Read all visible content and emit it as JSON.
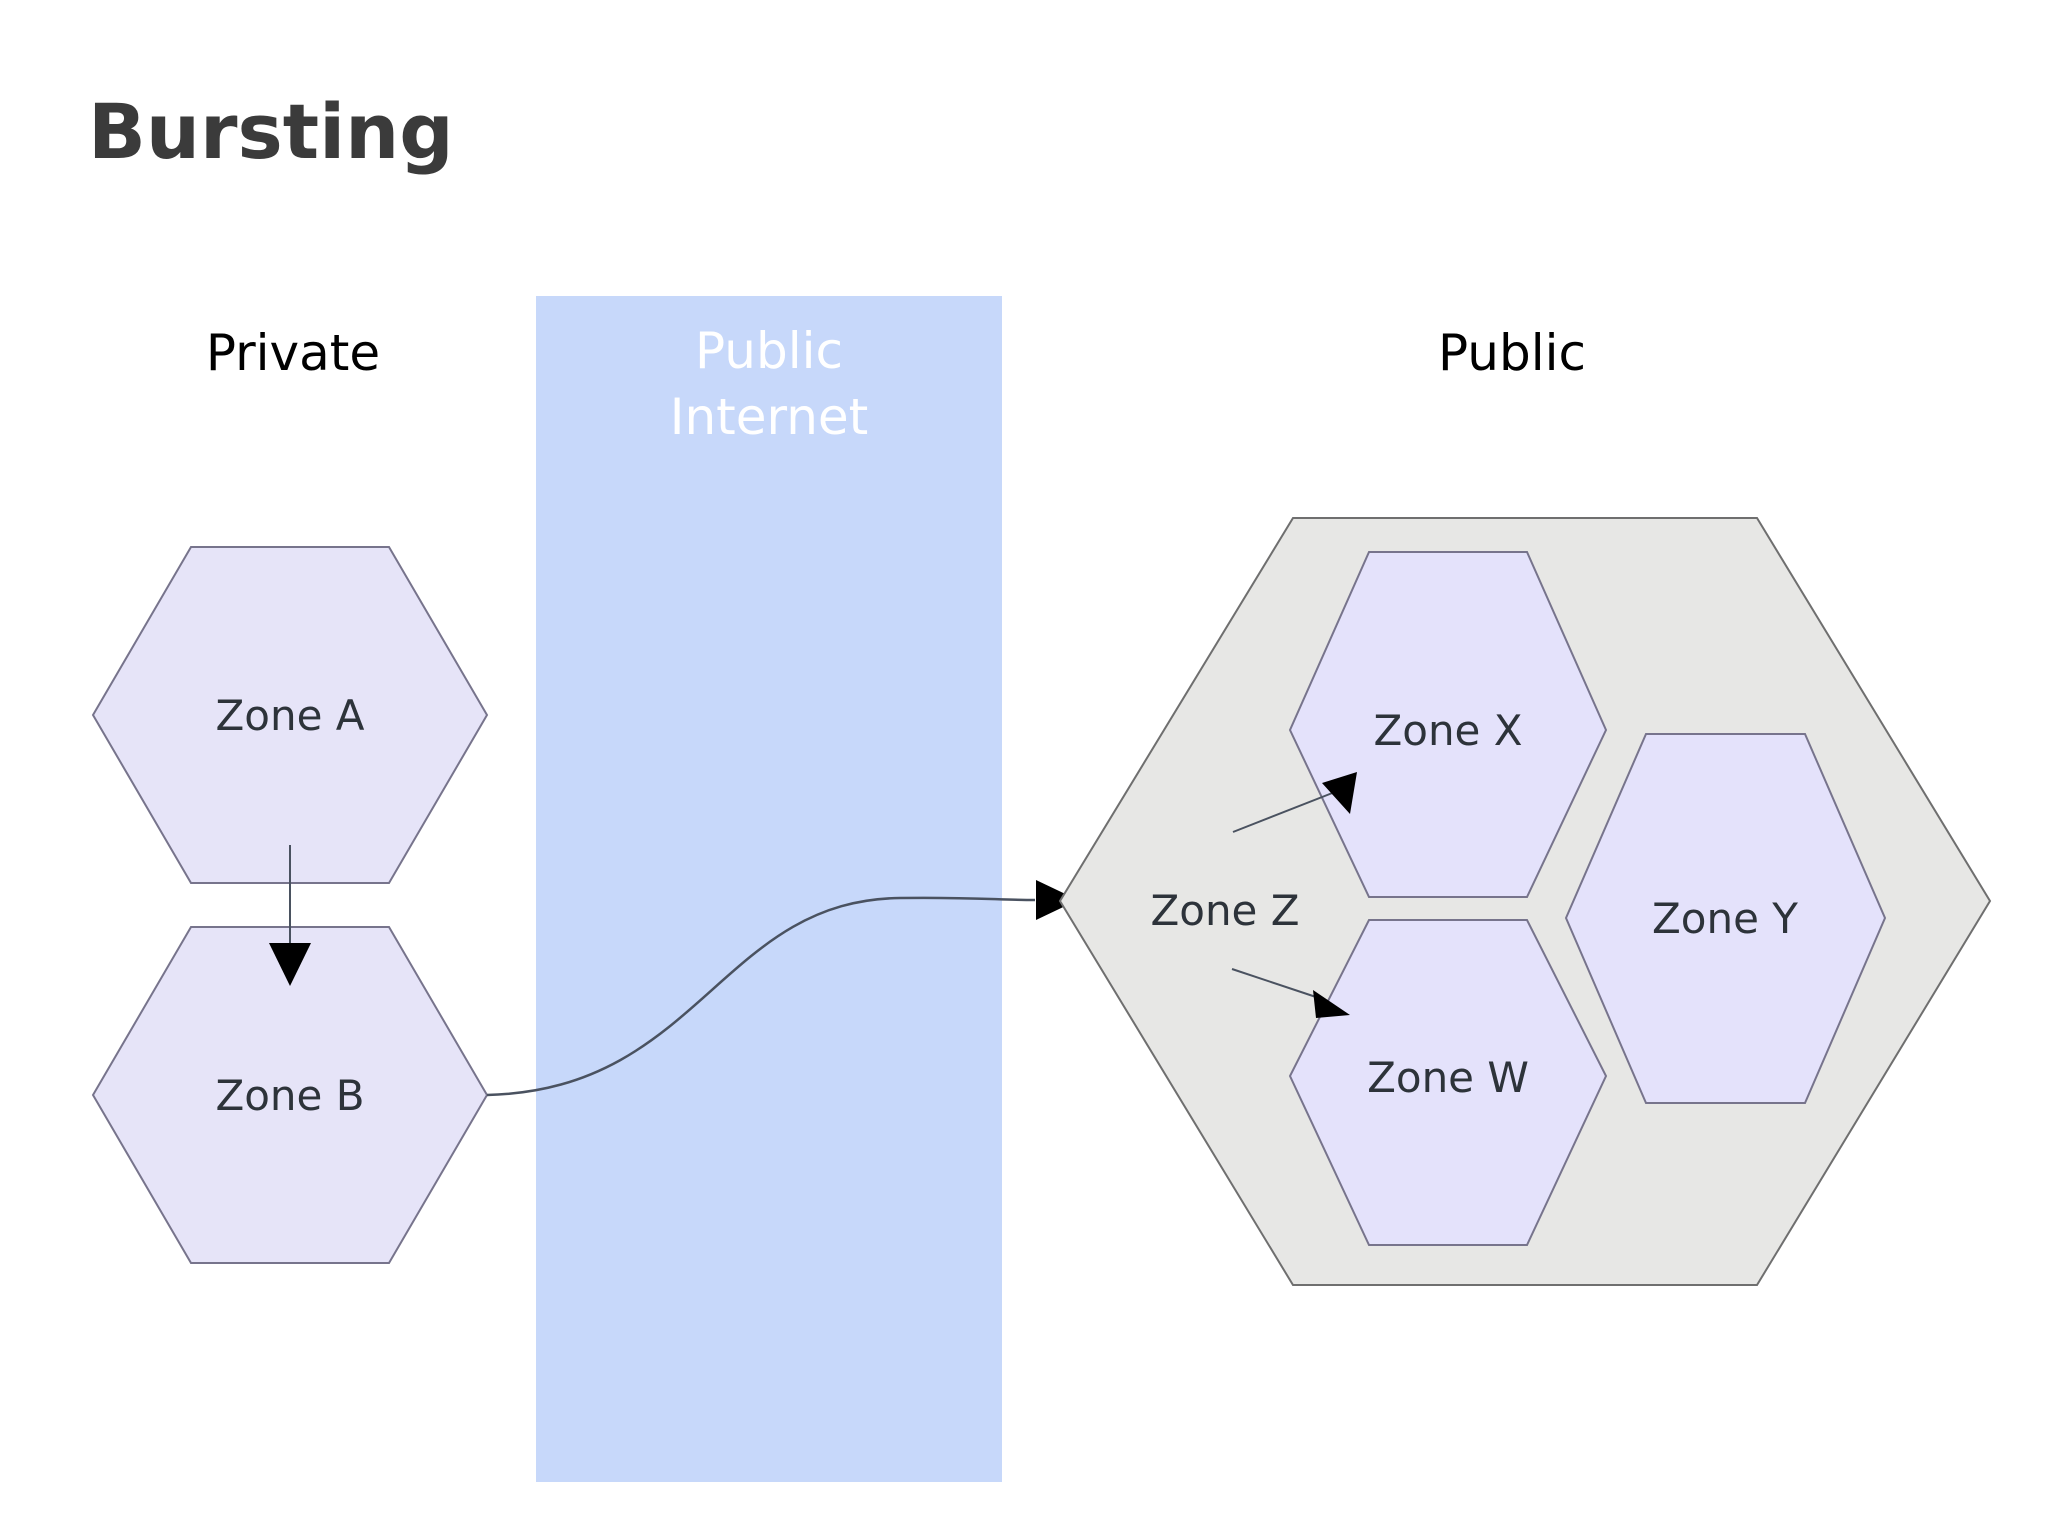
{
  "title": "Bursting",
  "columns": {
    "private_label": "Private",
    "internet_label_line1": "Public",
    "internet_label_line2": "Internet",
    "public_label": "Public"
  },
  "zones": {
    "private": [
      {
        "id": "zone-a",
        "label": "Zone A"
      },
      {
        "id": "zone-b",
        "label": "Zone B"
      }
    ],
    "public_outer": {
      "id": "zone-z",
      "label": "Zone Z"
    },
    "public_inner": [
      {
        "id": "zone-x",
        "label": "Zone X"
      },
      {
        "id": "zone-y",
        "label": "Zone Y"
      },
      {
        "id": "zone-w",
        "label": "Zone W"
      }
    ]
  },
  "connections": [
    {
      "id": "a-to-b",
      "from": "Zone A",
      "to": "Zone B",
      "style": "straight-arrow"
    },
    {
      "id": "b-to-z",
      "from": "Zone B",
      "to": "Zone Z",
      "style": "curved-arrow"
    },
    {
      "id": "z-to-x",
      "from": "Zone Z",
      "to": "Zone X",
      "style": "straight-arrow"
    },
    {
      "id": "z-to-w",
      "from": "Zone Z",
      "to": "Zone W",
      "style": "straight-arrow"
    }
  ],
  "colors": {
    "background": "#ffffff",
    "title": "#3b3b3b",
    "band_fill": "#c7d8fa",
    "band_label": "#ffffff",
    "private_hex_fill": "#e6e4f8",
    "private_hex_stroke": "#77748c",
    "outer_hex_fill": "#e7e7e5",
    "outer_hex_stroke": "#6f6f6f",
    "inner_hex_fill": "#e4e2fb",
    "zone_label": "#2d333a",
    "connector": "#4a5260",
    "arrowhead": "#000000"
  }
}
